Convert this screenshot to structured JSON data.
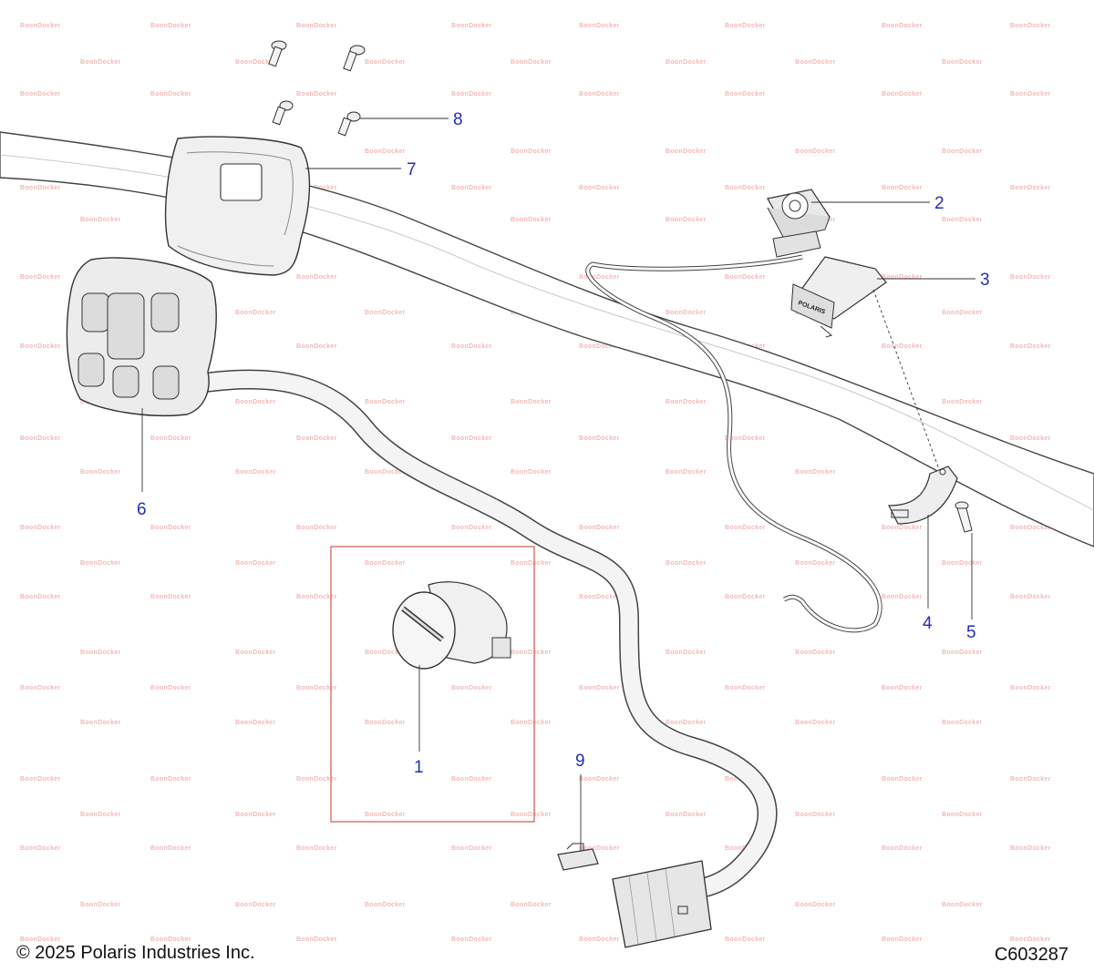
{
  "callouts": {
    "c1": "1",
    "c2": "2",
    "c3": "3",
    "c4": "4",
    "c5": "5",
    "c6": "6",
    "c7": "7",
    "c8": "8",
    "c9": "9"
  },
  "watermark": "BoonDocker",
  "decal_text": "POLARIS",
  "footer": {
    "copyright": "© 2025 Polaris Industries Inc.",
    "figure_code": "C603287"
  },
  "colors": {
    "callout": "#1f2fb8",
    "line": "#333333",
    "highlight_box": "#d9534f",
    "watermark": "#f2b8b8"
  }
}
